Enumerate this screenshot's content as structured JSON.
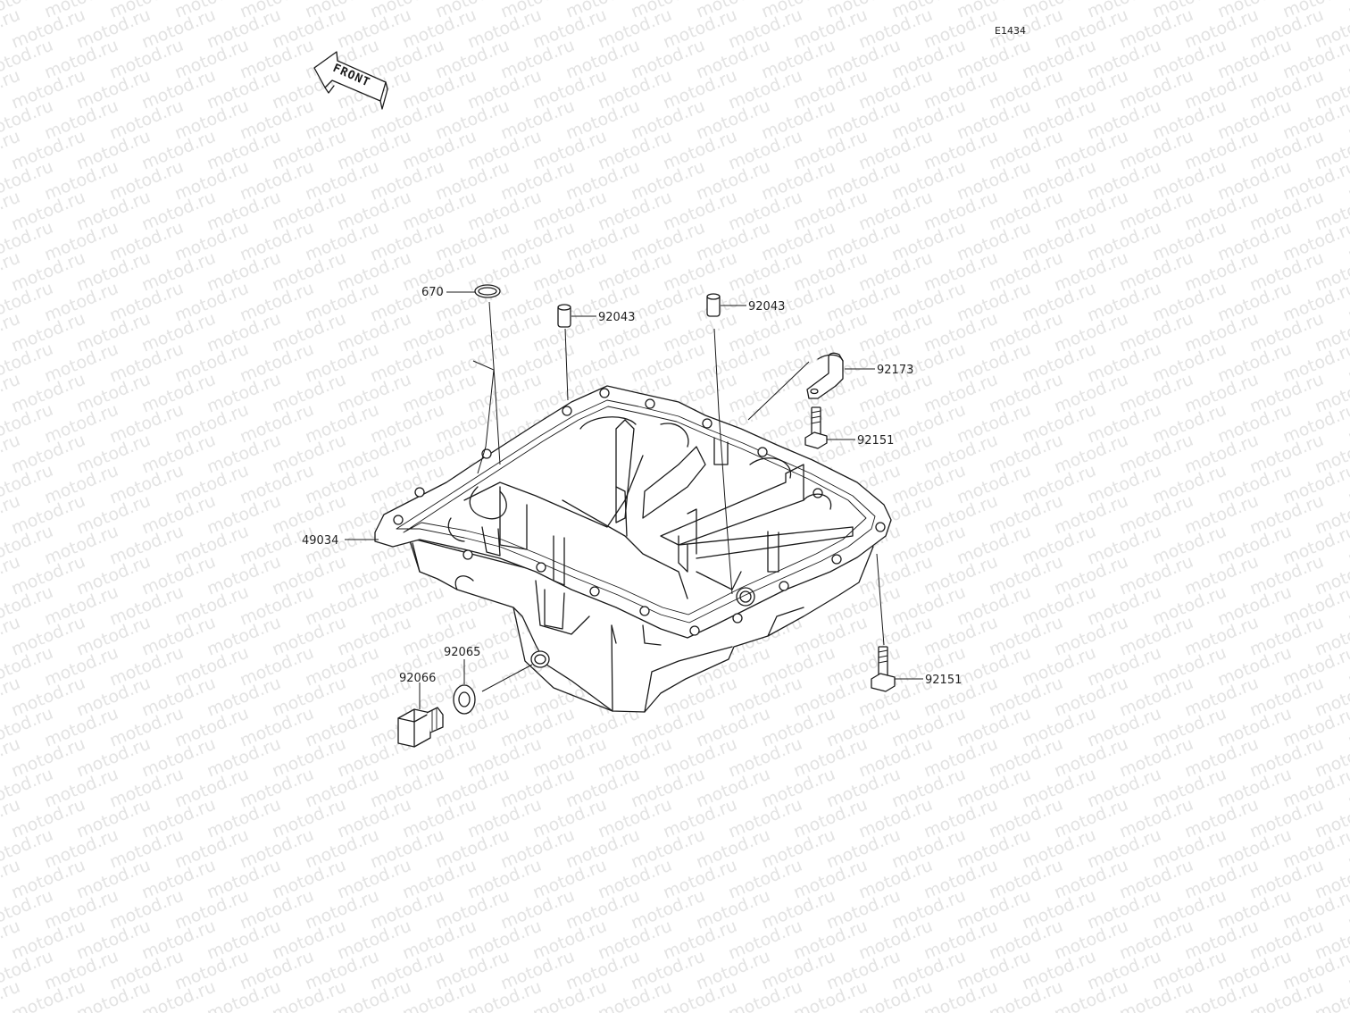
{
  "diagram": {
    "code": "E1434",
    "front_label": "FRONT",
    "watermark_text": "motod.ru",
    "parts": [
      {
        "id": "p670",
        "number": "670"
      },
      {
        "id": "p92043a",
        "number": "92043"
      },
      {
        "id": "p92043b",
        "number": "92043"
      },
      {
        "id": "p92173",
        "number": "92173"
      },
      {
        "id": "p92151a",
        "number": "92151"
      },
      {
        "id": "p49034",
        "number": "49034"
      },
      {
        "id": "p92065",
        "number": "92065"
      },
      {
        "id": "p92066",
        "number": "92066"
      },
      {
        "id": "p92151b",
        "number": "92151"
      }
    ]
  }
}
